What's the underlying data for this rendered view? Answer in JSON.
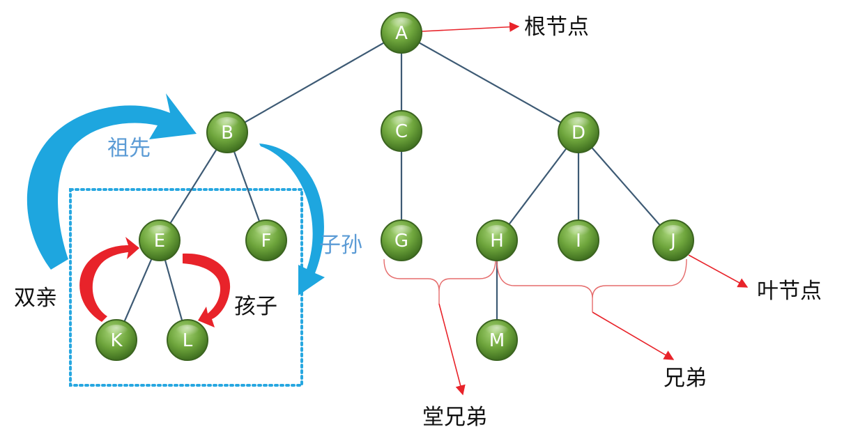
{
  "colors": {
    "node_fill": "#6ea53c",
    "node_stroke": "#3b6420",
    "edge": "#3d5a74",
    "annotation_red": "#e8232a",
    "bracket": "#e56b6b",
    "ancestor_arrow": "#1ea6df",
    "family_box": "#27a7e0",
    "sibling_arrow": "#e8232a",
    "blue_text": "#5b9bd5"
  },
  "nodes": {
    "A": "A",
    "B": "B",
    "C": "C",
    "D": "D",
    "E": "E",
    "F": "F",
    "G": "G",
    "H": "H",
    "I": "I",
    "J": "J",
    "K": "K",
    "L": "L",
    "M": "M"
  },
  "edges": [
    [
      "A",
      "B"
    ],
    [
      "A",
      "C"
    ],
    [
      "A",
      "D"
    ],
    [
      "B",
      "E"
    ],
    [
      "B",
      "F"
    ],
    [
      "C",
      "G"
    ],
    [
      "D",
      "H"
    ],
    [
      "D",
      "I"
    ],
    [
      "D",
      "J"
    ],
    [
      "E",
      "K"
    ],
    [
      "E",
      "L"
    ],
    [
      "H",
      "M"
    ]
  ],
  "annotations": {
    "root_node": "根节点",
    "leaf_node": "叶节点",
    "siblings": "兄弟",
    "cousins": "堂兄弟",
    "ancestor": "祖先",
    "descendant": "子孙",
    "parent": "双亲",
    "child": "孩子"
  }
}
